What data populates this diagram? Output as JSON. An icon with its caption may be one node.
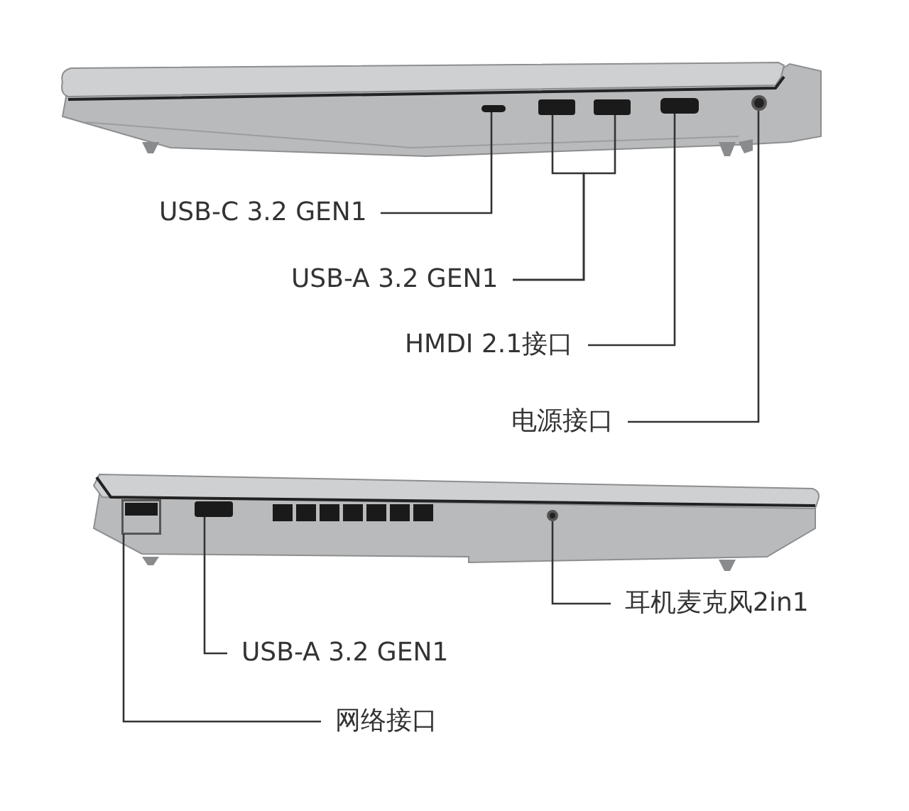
{
  "diagram": {
    "nodes": [
      {
        "text": [
          "USB-C 3.2 GEN1"
        ]
      },
      {
        "text": [
          "USB-A 3.2 GEN1"
        ]
      },
      {
        "text": [
          "HMDI 2.1接口"
        ]
      },
      {
        "text": [
          "电源接口"
        ]
      },
      {
        "text": [
          "耳机麦克风2in1"
        ]
      },
      {
        "text": [
          "USB-A 3.2 GEN1"
        ]
      },
      {
        "text": [
          "网络接口"
        ]
      },
      {
        "text": [],
        "shape": "box"
      },
      {
        "text": [],
        "shape": "box"
      },
      {
        "text": [],
        "shape": "box"
      },
      {
        "text": [],
        "shape": "box"
      },
      {
        "text": [],
        "shape": "circle"
      },
      {
        "text": [],
        "shape": "box"
      },
      {
        "text": [],
        "shape": "box"
      },
      {
        "text": [],
        "shape": "circle"
      }
    ],
    "edges": [
      {
        "from": 0,
        "to": 7,
        "arrow": "none"
      },
      {
        "from": 1,
        "to": 8,
        "arrow": "none"
      },
      {
        "from": 1,
        "to": 9,
        "arrow": "none"
      },
      {
        "from": 2,
        "to": 10,
        "arrow": "none"
      },
      {
        "from": 3,
        "to": 11,
        "arrow": "none"
      },
      {
        "from": 4,
        "to": 14,
        "arrow": "none"
      },
      {
        "from": 5,
        "to": 13,
        "arrow": "none"
      },
      {
        "from": 6,
        "to": 12,
        "arrow": "none"
      }
    ]
  }
}
